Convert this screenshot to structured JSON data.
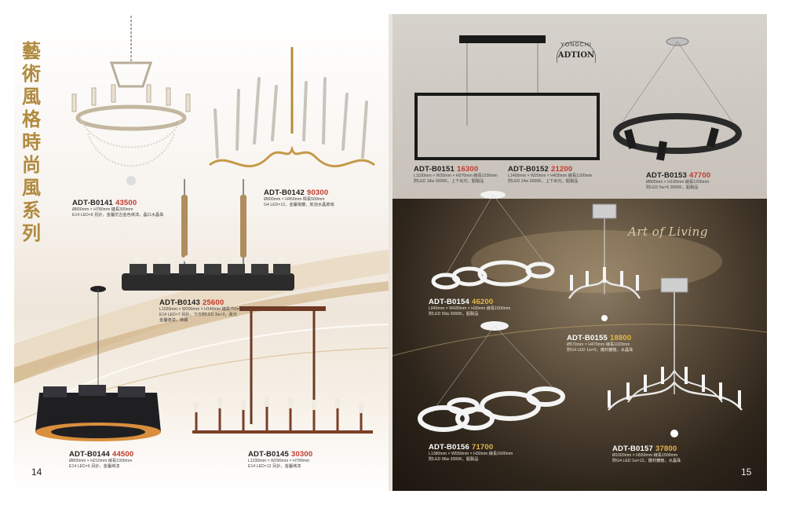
{
  "title": "藝術風格時尚風系列",
  "brand": {
    "top": "YONGCHI",
    "bottom": "ADTION"
  },
  "script_text": "Art of Living",
  "pages": {
    "left": "14",
    "right": "15"
  },
  "products": [
    {
      "code": "ADT-B0141",
      "price": "43500",
      "spec1": "Ø800mm × H780mm 鏈長300mm",
      "spec2": "E14 LED×6 另計，金屬仿古金色烤漆，晶口水晶珠"
    },
    {
      "code": "ADT-B0142",
      "price": "90300",
      "spec1": "Ø800mm × H450mm 桿長500mm",
      "spec2": "G4 LED×12，金屬電鍍，氣泡水晶玻璃"
    },
    {
      "code": "ADT-B0143",
      "price": "25600",
      "spec1": "L1020mm × W200mm × H140mm 鏈長750mm",
      "spec2": "E14 LED×7 另計，下方附LED 3w×3，黃光",
      "spec3": "金屬烤漆，麻繩"
    },
    {
      "code": "ADT-B0144",
      "price": "44500",
      "spec1": "Ø800mm × H210mm 線長1000mm",
      "spec2": "E14 LED×6 另計，金屬烤漆"
    },
    {
      "code": "ADT-B0145",
      "price": "30300",
      "spec1": "L1230mm × W290mm × H700mm",
      "spec2": "E14 LED×12 另計，金屬烤漆"
    },
    {
      "code": "ADT-B0151",
      "price": "16300",
      "spec1": "L1100mm × W20mm × H370mm 線長1200mm",
      "spec2": "附LED 18w 3000K，上下出光，鋁製品"
    },
    {
      "code": "ADT-B0152",
      "price": "21200",
      "spec1": "L1400mm × W20mm × H435mm 線長1200mm",
      "spec2": "附LED 24w 3000K，上下出光，鋁製品"
    },
    {
      "code": "ADT-B0153",
      "price": "47700",
      "spec1": "Ø800mm × H100mm 線長1200mm",
      "spec2": "附LED 5w×6 3000K，鋁製品"
    },
    {
      "code": "ADT-B0154",
      "price": "46200",
      "spec1": "L840mm × W430mm × H30mm 線長1500mm",
      "spec2": "附LED 50w 3000K，鋁製品"
    },
    {
      "code": "ADT-B0155",
      "price": "18800",
      "spec1": "Ø570mm × H470mm 線長1020mm",
      "spec2": "附G4 LED 1w×5，鐵材鍍鉻，水晶珠"
    },
    {
      "code": "ADT-B0156",
      "price": "71700",
      "spec1": "L1380mm × W550mm × H30mm 線長1500mm",
      "spec2": "附LED 96w 3000K，鋁製品"
    },
    {
      "code": "ADT-B0157",
      "price": "37800",
      "spec1": "Ø1000mm × H550mm 線長1500mm",
      "spec2": "附G4 LED 1w×12，鐵材鍍鉻，水晶珠"
    }
  ]
}
